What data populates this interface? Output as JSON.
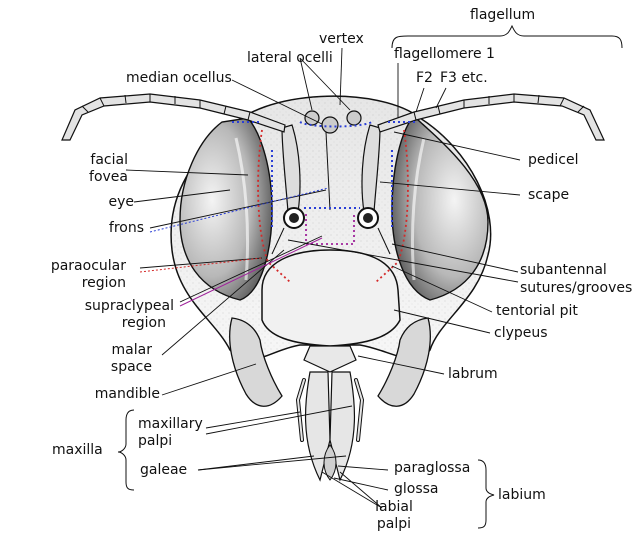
{
  "labels": {
    "flagellum": "flagellum",
    "vertex": "vertex",
    "lateral_ocelli": "lateral ocelli",
    "flagellomere_1": "flagellomere 1",
    "median_ocellus": "median ocellus",
    "f2": "F2",
    "f3_etc": "F3  etc.",
    "facial_fovea_1": "facial",
    "facial_fovea_2": "fovea",
    "eye": "eye",
    "frons": "frons",
    "pedicel": "pedicel",
    "scape": "scape",
    "paraocular_1": "paraocular",
    "paraocular_2": "region",
    "subantennal_1": "subantennal",
    "subantennal_2": "sutures/grooves",
    "supraclypeal_1": "supraclypeal",
    "supraclypeal_2": "region",
    "tentorial_pit": "tentorial pit",
    "clypeus": "clypeus",
    "malar_1": "malar",
    "malar_2": "space",
    "labrum": "labrum",
    "mandible": "mandible",
    "maxillary_1": "maxillary",
    "maxillary_2": "palpi",
    "maxilla": "maxilla",
    "galeae": "galeae",
    "paraglossa": "paraglossa",
    "glossa": "glossa",
    "labium": "labium",
    "labial_1": "labial",
    "labial_2": "palpi"
  },
  "colors": {
    "ink": "#111111",
    "blue_dots": "#2b3fd6",
    "red_dots": "#d42a2a",
    "purple_dots": "#a0249c"
  }
}
